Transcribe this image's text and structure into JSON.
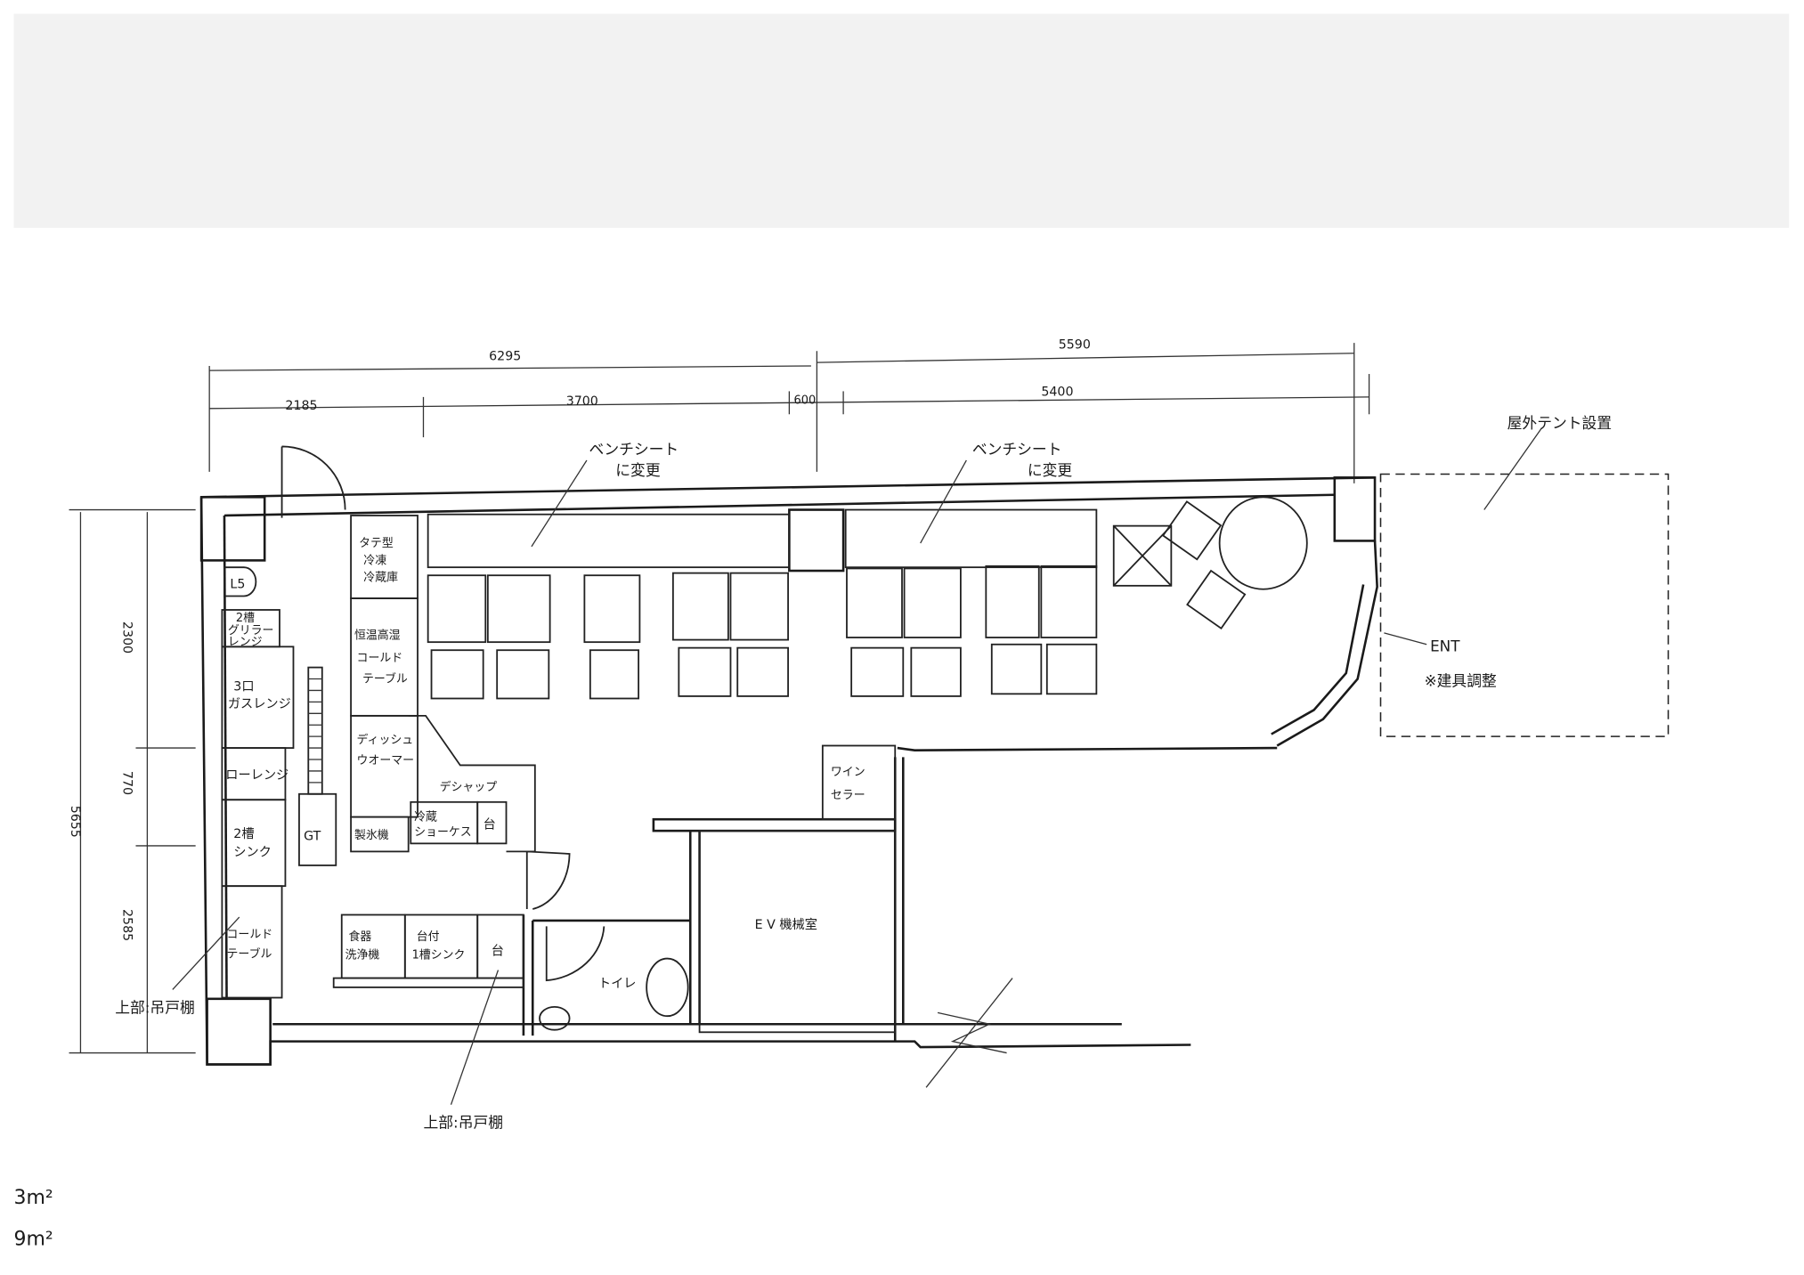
{
  "dimensions": {
    "top_total_left": "6295",
    "top_total_right": "5590",
    "top_segments": [
      "2185",
      "3700",
      "600",
      "5400"
    ],
    "left_total": "5655",
    "left_segments": [
      "2300",
      "770",
      "2585"
    ]
  },
  "kitchen": {
    "l5": "L5",
    "grill_range": [
      "2槽",
      "グリラー",
      "レンジ"
    ],
    "gas_range": [
      "3口",
      "ガスレンジ"
    ],
    "low_range": "ローレンジ",
    "sink": [
      "2槽",
      "シンク"
    ],
    "cold_table_left": [
      "コールド",
      "テーブル"
    ],
    "gt": "GT",
    "vertical_fridge": [
      "タテ型",
      "冷凍",
      "冷蔵庫"
    ],
    "humidity_cold_table": [
      "恒温高湿",
      "コールド",
      "テーブル"
    ],
    "dish_warmer": [
      "ディッシュ",
      "ウオーマー"
    ],
    "ice_maker": "製氷機",
    "dishup": "デシャップ",
    "showcase": [
      "冷蔵",
      "ショーケス"
    ],
    "stand": "台",
    "dishwasher": [
      "食器",
      "洗浄機"
    ],
    "sink_with_stand": [
      "台付",
      "1槽シンク"
    ],
    "stand2": "台"
  },
  "rooms": {
    "wine_cellar": [
      "ワイン",
      "セラー"
    ],
    "ev_room": "E V 機械室",
    "toilet": "トイレ"
  },
  "annotations": {
    "bench_seat_1": [
      "ベンチシート",
      "に変更"
    ],
    "bench_seat_2": [
      "ベンチシート",
      "に変更"
    ],
    "outdoor_tent": "屋外テント設置",
    "entrance": "ENT",
    "fixture_adjust": "※建具調整",
    "upper_cabinet_left": "上部:吊戸棚",
    "upper_cabinet_bottom": "上部:吊戸棚",
    "area_1": "3m²",
    "area_2": "9m²"
  }
}
